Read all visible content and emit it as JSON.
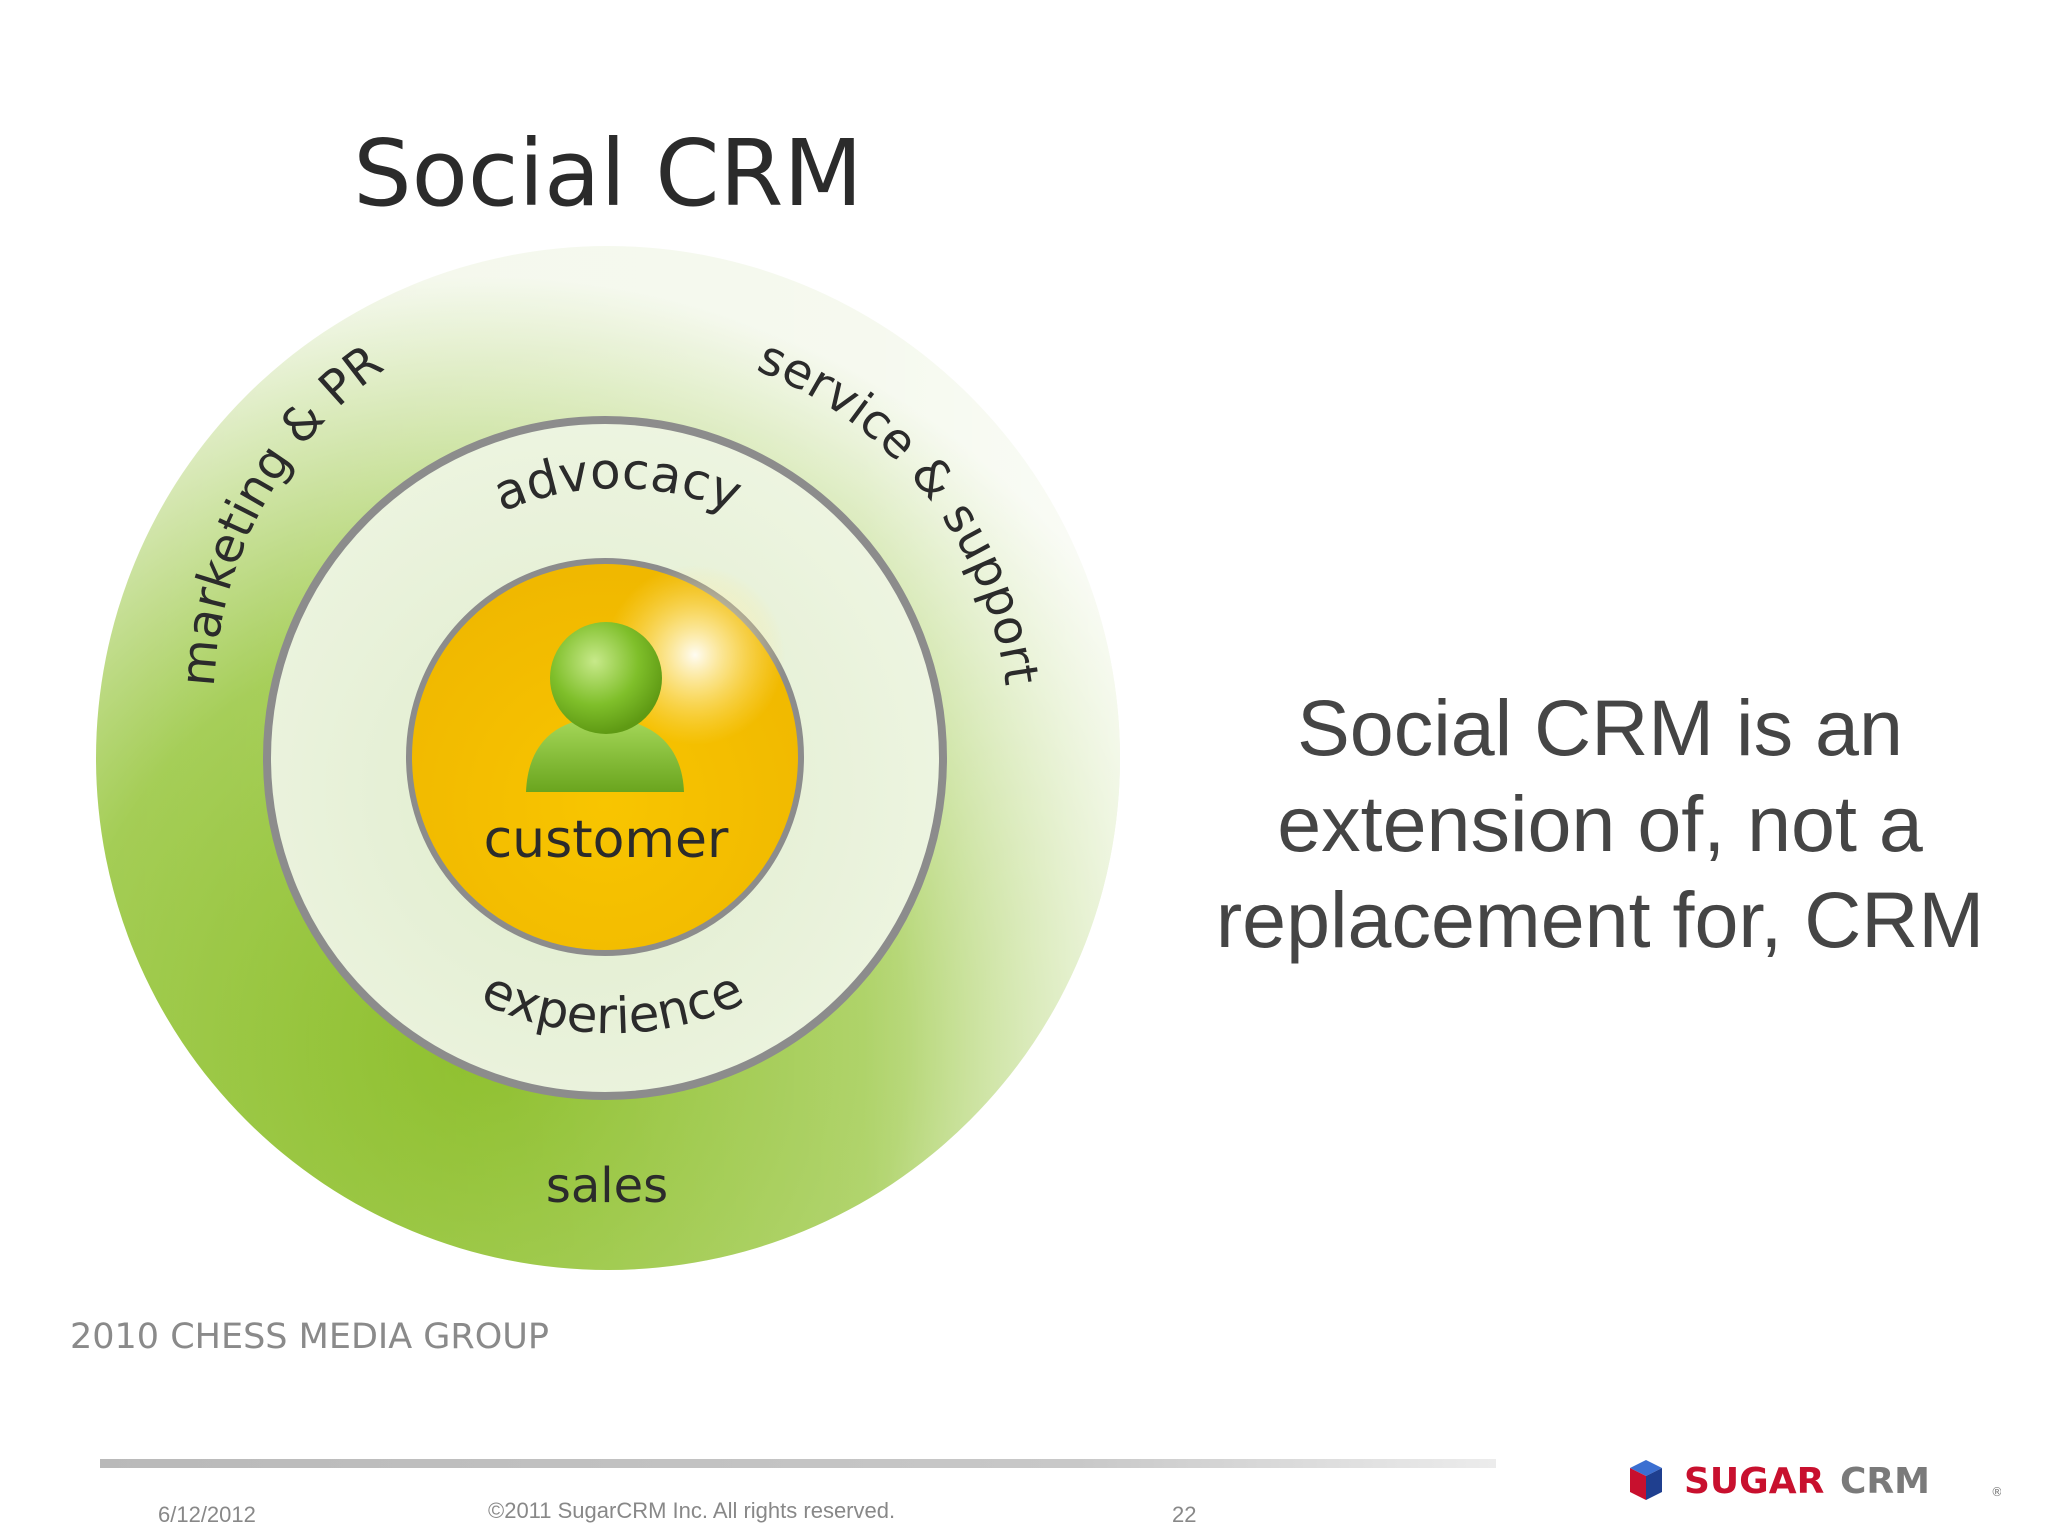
{
  "diagram": {
    "title": "Social CRM",
    "outer_ring_labels": {
      "left": "marketing & PR",
      "right": "service & support",
      "bottom": "sales"
    },
    "middle_ring_labels": {
      "top": "advocacy",
      "bottom": "experience"
    },
    "center_label": "customer",
    "credit": "2010 CHESS MEDIA GROUP"
  },
  "caption": "Social CRM is an extension of, not a replacement for, CRM",
  "footer": {
    "date": "6/12/2012",
    "copyright": "©2011 SugarCRM Inc. All rights reserved.",
    "page_number": "22"
  },
  "logo": {
    "text_part1": "SUGAR",
    "text_part2": "CRM",
    "registered": "®"
  },
  "colors": {
    "outer_ring": "#8cc02a",
    "middle_ring": "#e6f0d2",
    "center": "#f6c400",
    "ring_border": "#8c8c8c",
    "logo_red": "#c8102e",
    "logo_gray": "#7a7a7a",
    "caption_text": "#454545"
  }
}
